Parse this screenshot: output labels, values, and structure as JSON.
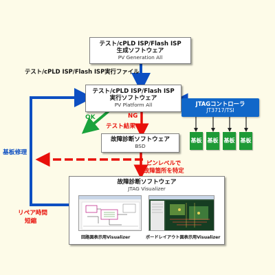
{
  "boxes": {
    "gen": {
      "line1": "テスト/cPLD ISP/Flash ISP",
      "line2": "生成ソフトウェア",
      "sub": "PV Generation All"
    },
    "exec": {
      "line1": "テスト/cPLD ISP/Flash ISP",
      "line2": "実行ソフトウェア",
      "sub": "PV Platform All"
    },
    "bsd": {
      "title": "故障診断ソフトウェア",
      "sub": "BSD"
    },
    "viz": {
      "title": "故障診断ソフトウェア",
      "sub": "JTAG Visualizer"
    }
  },
  "labels": {
    "exec_file": "テスト/cPLD ISP/Flash ISP実行ファイル",
    "ok": "OK",
    "ng": "NG",
    "test_result": "テスト結果",
    "board_repair": "基板修理",
    "pin_level_1": "ピンレベルで",
    "pin_level_2": "故障箇所を特定",
    "repair_time_1": "リペア時間",
    "repair_time_2": "短縮"
  },
  "jtag": {
    "title": "JTAGコントローラ",
    "model": "JT3717/TSI"
  },
  "boards": [
    "基板",
    "基板",
    "基板",
    "基板"
  ],
  "screenshots": {
    "circuit_caption": "回路図表示用Visualizer",
    "layout_caption": "ボードレイアウト図表示用Visualizer"
  },
  "colors": {
    "background": "#fdfbe8",
    "flow_blue": "#0d4fc2",
    "jtag_blue": "#1167c9",
    "board_green": "#1e9a36",
    "ok_green": "#1aa33c",
    "ng_red": "#e8100a"
  }
}
